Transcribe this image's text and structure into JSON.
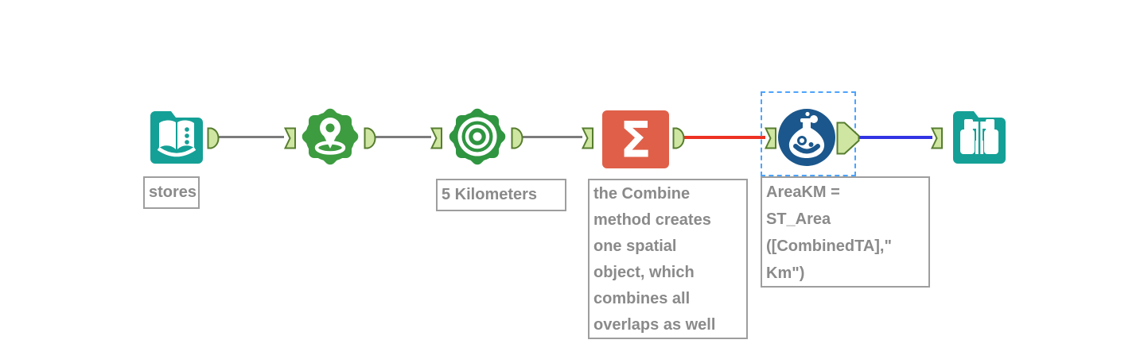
{
  "app": {
    "name": "workflow-canvas"
  },
  "colors": {
    "teal": "#14a096",
    "green_points": "#3d9c40",
    "green_trade": "#2f9540",
    "orange": "#e05f48",
    "blue_formula": "#1b578c",
    "anchor_fill": "#cfe6a2",
    "anchor_border": "#567d2e",
    "wire_gray": "#7c7c7c",
    "wire_red": "#ee3123",
    "wire_blue": "#3134e3",
    "selection": "#4da3ff",
    "ann_border": "#9e9e9e",
    "ann_text": "#8a8a8a"
  },
  "glyphs": {
    "sigma": "Σ"
  },
  "icons": {
    "input_data": "book-input-icon",
    "create_points": "map-pin-icon",
    "trade_area": "bullseye-icon",
    "summarize": "sigma-icon",
    "formula": "flask-icon",
    "browse": "binoculars-icon"
  },
  "annotations": {
    "stores": "stores",
    "trade_area": "5 Kilometers",
    "summarize": "the Combine\nmethod creates\none spatial\nobject, which\ncombines all\noverlaps as well",
    "formula": "AreaKM =\nST_Area\n([CombinedTA],\"\nKm\")"
  }
}
